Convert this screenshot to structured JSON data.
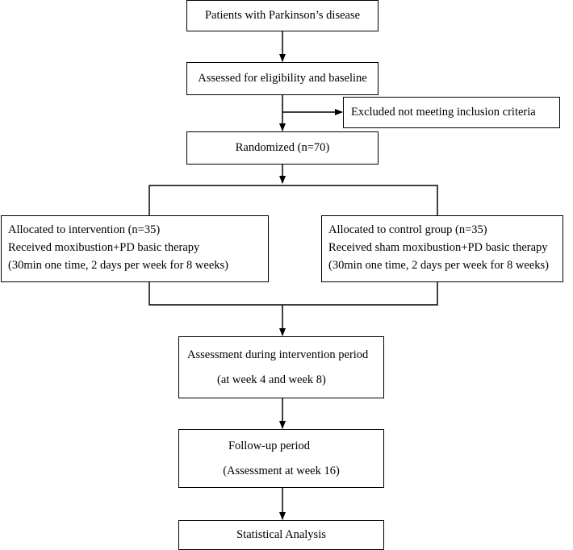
{
  "diagram": {
    "nodes": {
      "patients": {
        "text": "Patients with Parkinson’s disease"
      },
      "assessed": {
        "text": "Assessed for eligibility and baseline"
      },
      "excluded": {
        "text": "Excluded not meeting inclusion criteria"
      },
      "randomized": {
        "text": "Randomized (n=70)"
      },
      "intervention": {
        "line1": "Allocated to intervention (n=35)",
        "line2": "Received moxibustion+PD basic therapy",
        "line3": "(30min one time, 2 days per week for 8 weeks)"
      },
      "control": {
        "line1": "Allocated to control group (n=35)",
        "line2": "Received sham moxibustion+PD basic therapy",
        "line3": "(30min one time, 2 days per week for 8 weeks)"
      },
      "assessment_period": {
        "line1": "Assessment during intervention period",
        "line2": "(at week 4 and week 8)"
      },
      "followup": {
        "line1": "Follow-up period",
        "line2": "(Assessment at week 16)"
      },
      "analysis": {
        "text": "Statistical Analysis"
      }
    },
    "edges": [
      {
        "from": "patients",
        "to": "assessed"
      },
      {
        "from": "assessed",
        "to": "excluded"
      },
      {
        "from": "assessed",
        "to": "randomized"
      },
      {
        "from": "randomized",
        "to": "intervention"
      },
      {
        "from": "randomized",
        "to": "control"
      },
      {
        "from": "intervention",
        "to": "assessment_period"
      },
      {
        "from": "control",
        "to": "assessment_period"
      },
      {
        "from": "assessment_period",
        "to": "followup"
      },
      {
        "from": "followup",
        "to": "analysis"
      }
    ],
    "line_color": "#000000"
  }
}
